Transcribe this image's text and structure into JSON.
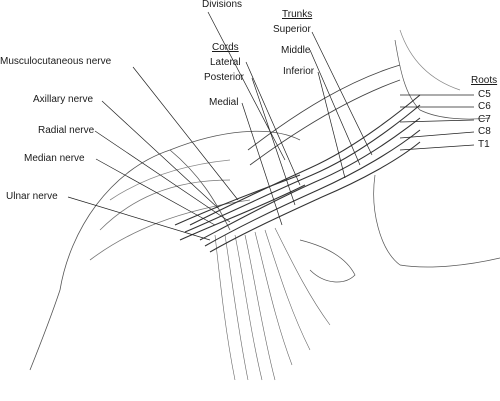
{
  "headers": {
    "divisions": "Divisions",
    "trunks": "Trunks",
    "cords": "Cords",
    "roots": "Roots"
  },
  "trunks": [
    "Superior",
    "Middle",
    "Inferior"
  ],
  "cords": [
    "Lateral",
    "Posterior",
    "Medial"
  ],
  "roots": [
    "C5",
    "C6",
    "C7",
    "C8",
    "T1"
  ],
  "nerves": [
    "Musculocutaneous nerve",
    "Axillary nerve",
    "Radial nerve",
    "Median nerve",
    "Ulnar nerve"
  ]
}
